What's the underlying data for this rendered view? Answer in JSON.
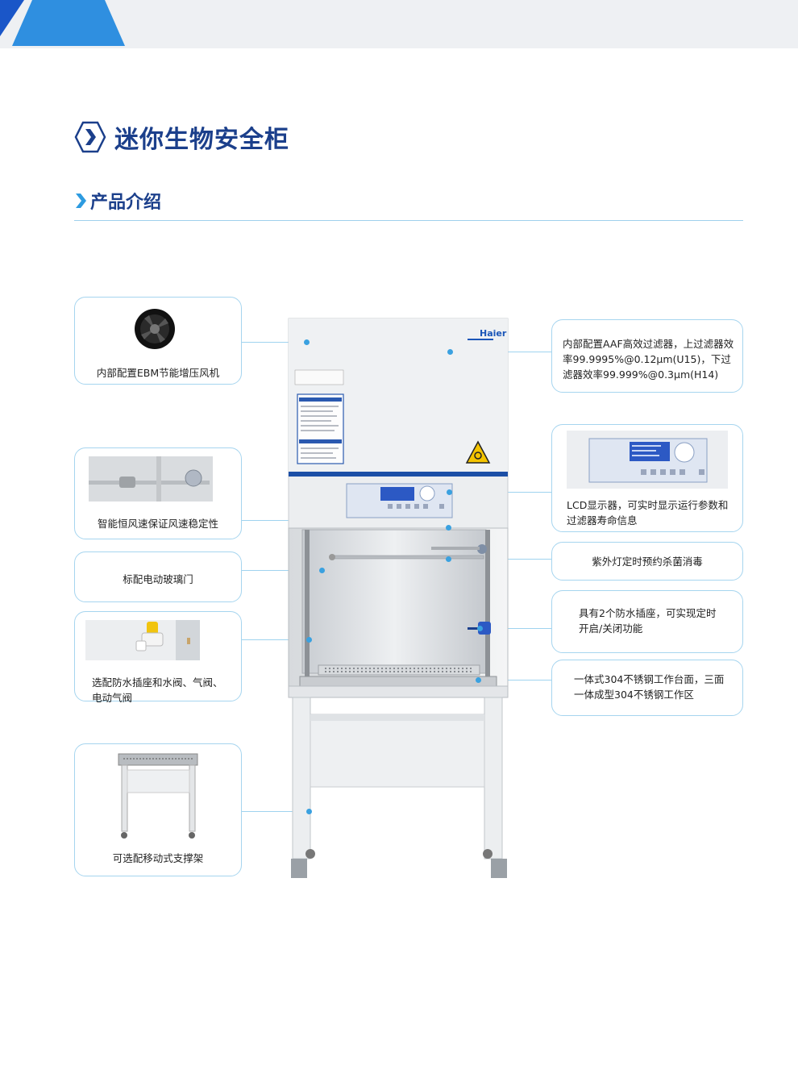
{
  "title": "迷你生物安全柜",
  "section": "产品介绍",
  "brand": "Haier",
  "features_left": [
    {
      "text": "内部配置EBM节能增压风机"
    },
    {
      "text": "智能恒风速保证风速稳定性"
    },
    {
      "text": "标配电动玻璃门"
    },
    {
      "text": "选配防水插座和水阀、气阀、\n电动气阀"
    },
    {
      "text": "可选配移动式支撑架"
    }
  ],
  "features_right": [
    {
      "text": "内部配置AAF高效过滤器，上过滤器效\n率99.9995%@0.12μm(U15)，下过\n滤器效率99.999%@0.3μm(H14)"
    },
    {
      "text": "LCD显示器，可实时显示运行参数和\n过滤器寿命信息"
    },
    {
      "text": "紫外灯定时预约杀菌消毒"
    },
    {
      "text": "具有2个防水插座，可实现定时\n开启/关闭功能"
    },
    {
      "text": "一体式304不锈钢工作台面，三面\n一体成型304不锈钢工作区"
    }
  ],
  "colors": {
    "brand_blue": "#1b3f8b",
    "accent": "#2d9be0",
    "line": "#9fd3ef"
  }
}
